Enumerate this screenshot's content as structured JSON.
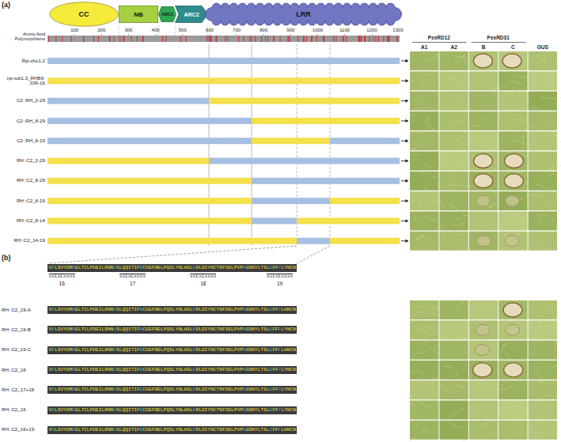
{
  "diagram": {
    "nodes": [
      {
        "text": [
          "CC"
        ]
      },
      {
        "text": [
          "NB"
        ]
      },
      {
        "text": [
          "ARC1"
        ]
      },
      {
        "text": [
          "ARC2"
        ]
      },
      {
        "text": [
          "LRR"
        ]
      },
      {
        "text": [
          "VKLSVYDMNELTCLPDEILRNNVSLQQITIFNCGEFRELPQSLYNLHSLKRLDIYNCTNFSSLPVPNGDNYLTSLEFFYLYNCN"
        ]
      },
      {
        "text": [
          "VKLSVYDMNELTCLPDEILRNNVSLQQITIFNCGEFRELPQSLYNLHSLKRLDIYNCTNFSSLPVPNGDNYLTSLEFFYLHNCN"
        ]
      },
      {
        "text": [
          "VKLSVYDMNELTCLPDEILRNNVSLQQITIFNCGEFRELPQSLYNLHSLKRLDIYNCTNFSSLPVPNGDNYLTSLEFFFLYNCN"
        ]
      },
      {
        "text": [
          "VKLSVYDMNELTCLPDEILRNNVSLQQITIFNCGEFRELPQSLYNLHSLKRLDIYNCTNFSSLPVPNGDNYLTSLEFFFLHNCN"
        ]
      },
      {
        "text": [
          "VKLSVYDMNELTCLPDEILRNNVSLQQITIFNCGEFRELPQSLYNLHSLKRLDIYNCTNFSSLPVPNGDNYLTSLEFFYLYNCN"
        ]
      },
      {
        "text": [
          "VKLSVYDMNELTCLPDEILRNNVSLQQITIFECGEFRELPQSLYNLHSLKRLDIYNCTNFSSLPVPNGDNYLTSLEFFYLYNCN"
        ]
      },
      {
        "text": [
          "VNLSVYDMKELTCLPDEILRNNVSLQQITIFNCGEFRELPQSLYNLHSLKRLDIYNCTNFSSLPVPNGDNYLTSLEFFYLYNCN"
        ]
      },
      {
        "text": [
          "VNLSVYDMKELTCLPDEILRNNVSLQQITIFNCGEFRELPQSLYNLHSLKRLDIYNCTNFSSLPVPNGDNYLTSLIFFFLHNCN"
        ]
      }
    ],
    "labels": [
      "(a)",
      "100",
      "200",
      "300",
      "400",
      "500",
      "600",
      "700",
      "800",
      "900",
      "1000",
      "1100",
      "1200",
      "1303",
      "Amino Acid Polymorphisms",
      "Rpi-chc1.2",
      "rpi-tub1.3_RHB9-039-16",
      "C2::RH_2-29",
      "C2::RH_8-29",
      "C2::RH_8-19",
      "RH::C2_2-29",
      "RH::C2_8-29",
      "RH::C2_8-19",
      "RH::C2_8-14",
      "RH::C2_14-19",
      "PexRD12",
      "PexRD31",
      "A1",
      "A2",
      "B",
      "C",
      "GUS",
      "(b)",
      "xxLxLxxxx",
      "xxLxLxxxx",
      "xxLxLxxxx",
      "xxLxLxxxx",
      "16",
      "17",
      "18",
      "19",
      "RH::C2_19-A",
      "RH::C2_19-B",
      "RH::C2_19-C",
      "RH::C2_18",
      "RH::C2_17+18",
      "RH::C2_16",
      "RH::C2_16+19"
    ]
  }
}
